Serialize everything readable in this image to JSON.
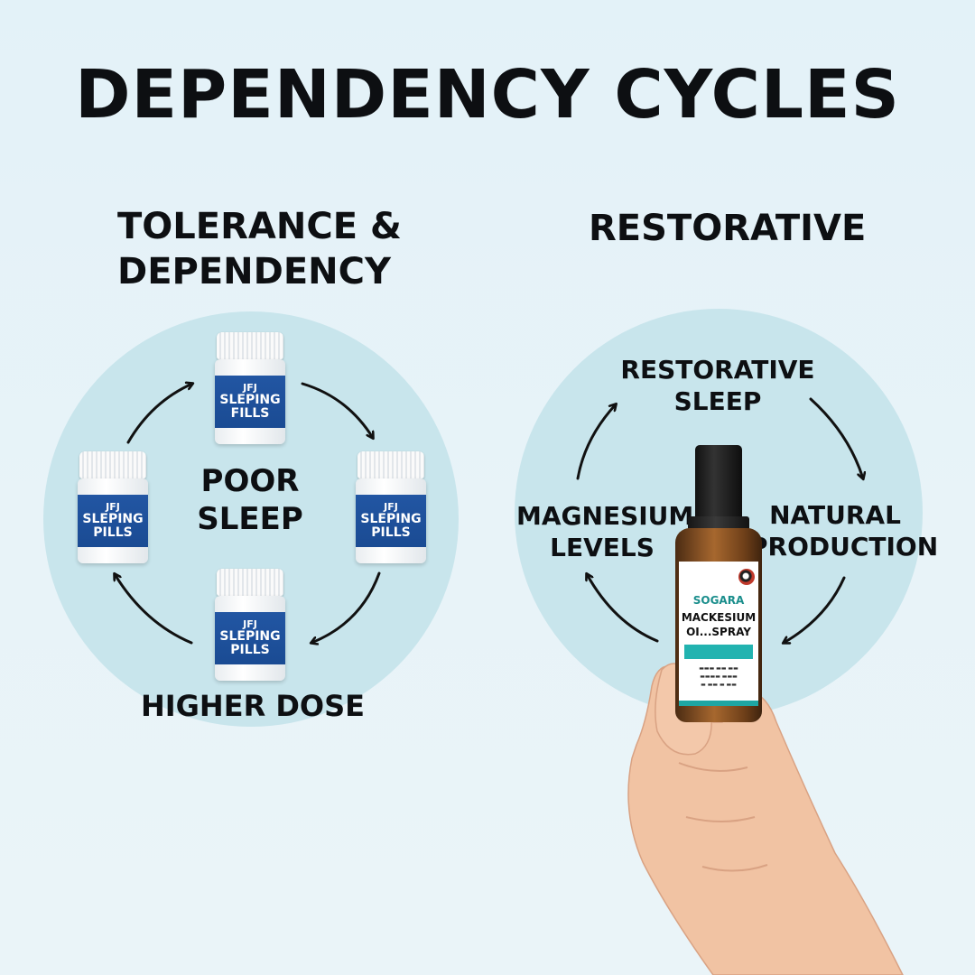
{
  "title": "DEPENDENCY CYCLES",
  "left_panel": {
    "heading_line1": "TOLERANCE &",
    "heading_line2": "DEPENDENCY",
    "center_line1": "POOR",
    "center_line2": "SLEEP",
    "bottom_label": "HIGHER DOSE",
    "bottle_mark": "JFJ",
    "bottle_label_line1": "SLEPING",
    "bottle_label_line2": "PILLS",
    "bottle_label_alt_line2": "FILLS"
  },
  "right_panel": {
    "heading": "RESTORATIVE",
    "top_line1": "RESTORATIVE",
    "top_line2": "SLEEP",
    "right_line1": "NATURAL",
    "right_line2": "PRODUCTION",
    "left_line1": "MAGNESIUM",
    "left_line2": "LEVELS",
    "product_brand": "SOGARA",
    "product_name_line1": "MACKESIUM",
    "product_name_line2": "OI...SPRAY"
  },
  "colors": {
    "background": "#e5f2f8",
    "circle": "#c8e5ec",
    "pill_label": "#1f52a0",
    "spray_accent": "#1ea6a3"
  }
}
